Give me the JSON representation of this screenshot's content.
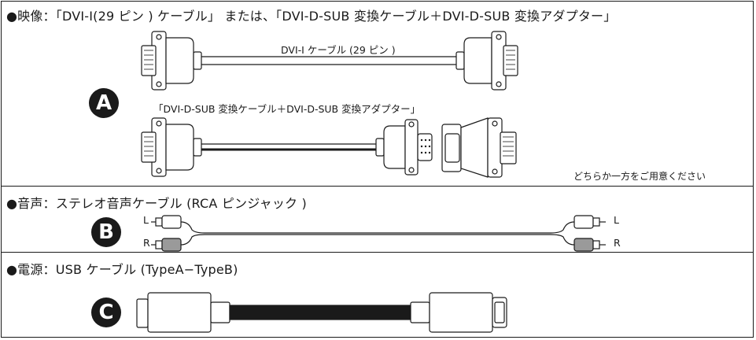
{
  "sections": [
    {
      "title": "●映像：「DVI-I(29 ピン ) ケーブル」 または、「DVI-D-SUB 変換ケーブル＋DVI-D-SUB 変換アダプター」",
      "badge": "A",
      "cable1_label": "DVI-I ケーブル (29 ピン )",
      "cable2_label": "「DVI-D-SUB 変換ケーブル＋DVI-D-SUB 変換アダプター」",
      "note": "どちらか一方をご用意ください"
    },
    {
      "title": "●音声：ステレオ音声ケーブル (RCA ピンジャック )",
      "badge": "B",
      "left_L": "L",
      "left_R": "R",
      "right_L": "L",
      "right_R": "R"
    },
    {
      "title": "●電源：USB ケーブル (TypeA−TypeB)",
      "badge": "C"
    }
  ]
}
